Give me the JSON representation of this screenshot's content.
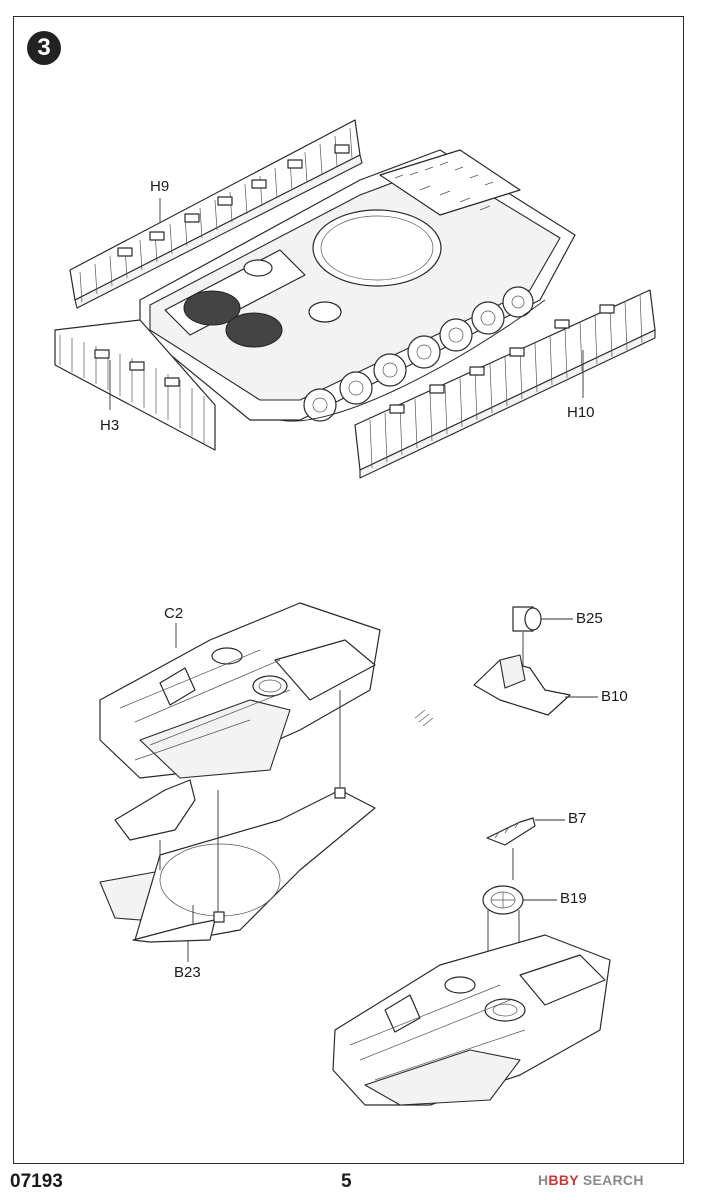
{
  "step": {
    "number": "3"
  },
  "labels": {
    "h9": "H9",
    "h3": "H3",
    "h10": "H10",
    "c2": "C2",
    "b23": "B23",
    "b25": "B25",
    "b10": "B10",
    "b7": "B7",
    "b19": "B19"
  },
  "footer": {
    "code": "07193",
    "page": "5",
    "watermark_prefix": "H",
    "watermark_mid": "BBY",
    "watermark_suffix": " SEARCH"
  }
}
